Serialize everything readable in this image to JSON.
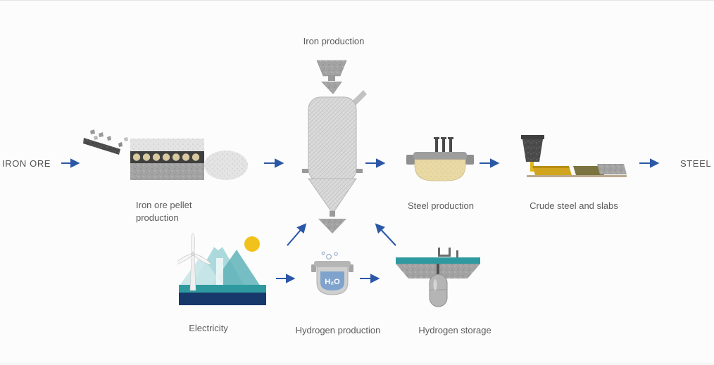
{
  "diagram": {
    "type": "process-flow",
    "subject": "Fossil-free steelmaking process from iron ore to steel using hydrogen"
  },
  "labels": {
    "iron_ore": "IRON ORE",
    "pellet_production": "Iron ore pellet production",
    "iron_production": "Iron production",
    "steel_production": "Steel production",
    "crude_steel_slabs": "Crude steel and slabs",
    "steel": "STEEL",
    "electricity": "Electricity",
    "hydrogen_production": "Hydrogen production",
    "hydrogen_storage": "Hydrogen storage",
    "h2o": "H₂O"
  },
  "connections": [
    {
      "from": "IRON ORE",
      "to": "Iron ore pellet production"
    },
    {
      "from": "Iron ore pellet production",
      "to": "Iron production"
    },
    {
      "from": "Iron production",
      "to": "Steel production"
    },
    {
      "from": "Steel production",
      "to": "Crude steel and slabs"
    },
    {
      "from": "Crude steel and slabs",
      "to": "STEEL"
    },
    {
      "from": "Electricity",
      "to": "Hydrogen production"
    },
    {
      "from": "Hydrogen production",
      "to": "Hydrogen storage"
    },
    {
      "from": "Hydrogen production",
      "to": "Iron production"
    },
    {
      "from": "Hydrogen storage",
      "to": "Iron production"
    }
  ],
  "colors": {
    "background": "#fcfcfc",
    "arrow_blue": "#2b57a7",
    "label_text": "#5c5c5c",
    "sun_yellow": "#f2c21c",
    "mountain_teal": "#5fb3ba",
    "sea_teal": "#2e9aa0",
    "sea_navy": "#17386b",
    "liquid_blue": "#7fa3cc",
    "slab_yellow": "#d1a51e",
    "slab_olive": "#7b7340",
    "slab_gray": "#9a9a9a",
    "ladle_beige": "#e9d9a4",
    "molten_yellow": "#e3b71d"
  }
}
